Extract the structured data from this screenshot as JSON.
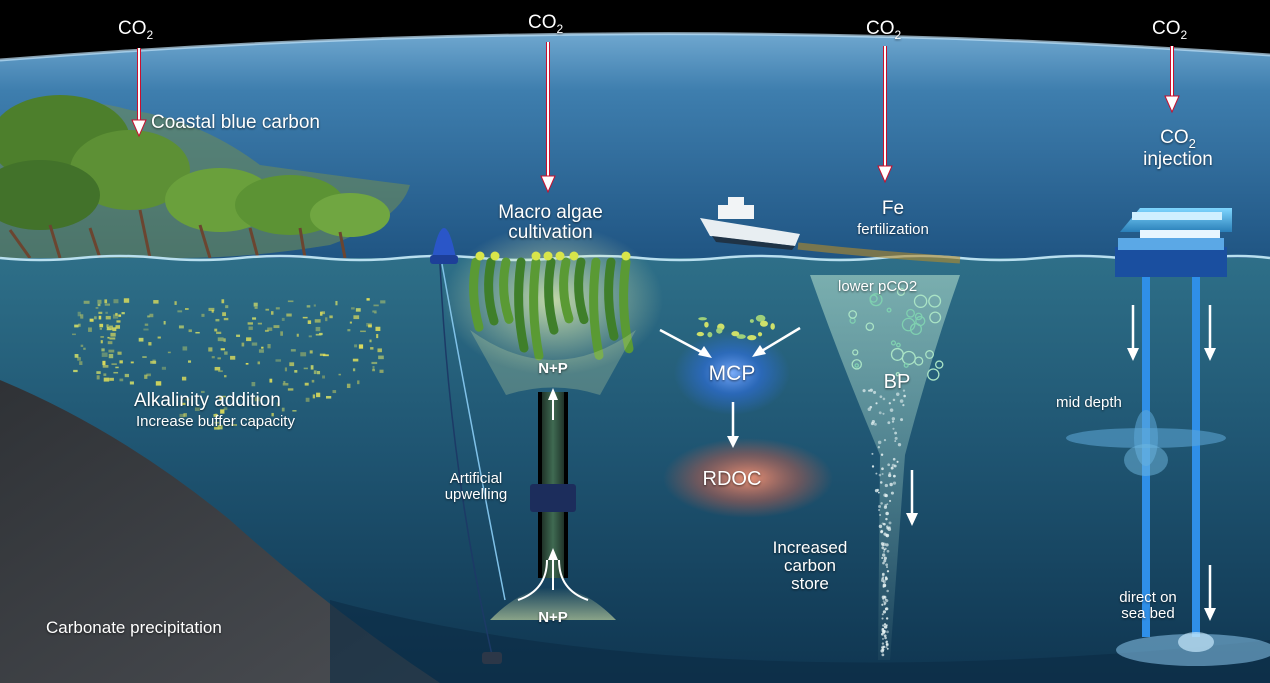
{
  "co2_label": {
    "main": "CO",
    "sub": "2"
  },
  "labels": {
    "coastal_blue_carbon": "Coastal blue carbon",
    "macro_algae_line1": "Macro algae",
    "macro_algae_line2": "cultivation",
    "fe_line1": "Fe",
    "fe_line2": "fertilization",
    "co2_injection_line1": "CO",
    "co2_injection_sub": "2",
    "co2_injection_line2": "injection",
    "lower_pco2": "lower  pCO2",
    "alkalinity_addition": "Alkalinity addition",
    "increase_buffer": "Increase buffer capacity",
    "np_top": "N+P",
    "np_bottom": "N+P",
    "mcp": "MCP",
    "rdoc": "RDOC",
    "bp": "BP",
    "mid_depth": "mid depth",
    "artificial_upwelling_line1": "Artificial",
    "artificial_upwelling_line2": "upwelling",
    "increased_carbon_store_line1": "Increased",
    "increased_carbon_store_line2": "carbon",
    "increased_carbon_store_line3": "store",
    "direct_on_sea_bed_line1": "direct on",
    "direct_on_sea_bed_line2": "sea bed",
    "carbonate_precipitation": "Carbonate precipitation"
  },
  "colors": {
    "space": "#000000",
    "sea_surface_far": "#2f6c9c",
    "sea_surface_near": "#1d4a72",
    "water_top": "#2f6f8c",
    "water_bottom": "#0f3854",
    "seabed": "#3a3d42",
    "co2_arrow": "#ffffff",
    "co2_arrow_outline": "#c8102e",
    "mcp_glow": "#3a7cff",
    "rdoc_glow": "#e07a5f",
    "algae": "#4f8f2f",
    "tube": "#2a5a43"
  }
}
